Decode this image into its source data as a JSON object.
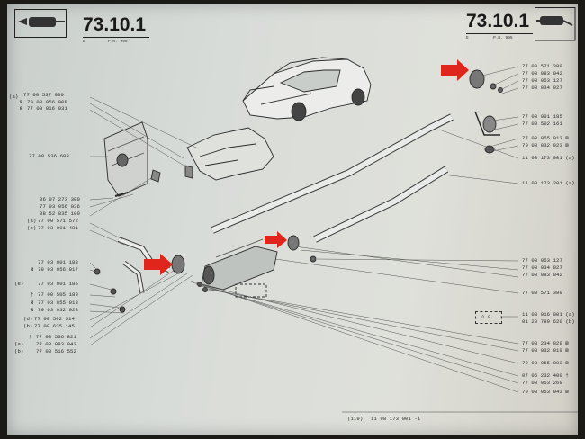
{
  "header": {
    "left_code": "73.10.1",
    "left_sub": "E",
    "left_pr": "P.R. 995",
    "right_code": "73.10.1",
    "right_sub": "E",
    "right_pr": "P.R. 995"
  },
  "left_labels": [
    {
      "mark": "(a)",
      "text": "77 00 537 000"
    },
    {
      "mark": "⊠",
      "text": "79 03 056 008"
    },
    {
      "mark": "⊠",
      "text": "77 03 016 031"
    },
    {
      "mark": "",
      "text": "77 00 536 683"
    },
    {
      "mark": "",
      "text": "06 07 273 300"
    },
    {
      "mark": "",
      "text": "77 03 056 036"
    },
    {
      "mark": "",
      "text": "08 52 835 100"
    },
    {
      "mark": "(a)",
      "text": "77 00 571 572"
    },
    {
      "mark": "(b)",
      "text": "77 03 001 481"
    },
    {
      "mark": "",
      "text": "77 03 001 183"
    },
    {
      "mark": "⊠",
      "text": "79 03 056 017"
    },
    {
      "mark": "(e)",
      "text": "77 03 001 185"
    },
    {
      "mark": "†",
      "text": "77 00 505 189"
    },
    {
      "mark": "⊠",
      "text": "77 03 055 013"
    },
    {
      "mark": "⊠",
      "text": "79 03 032 023"
    },
    {
      "mark": "(d)",
      "text": "77 00 502 514"
    },
    {
      "mark": "(b)",
      "text": "77 00 635 145"
    },
    {
      "mark": "†",
      "text": "77 00 536 821"
    },
    {
      "mark": "(a)",
      "text": "77 03 083 043"
    },
    {
      "mark": "(b)",
      "text": "77 00 516 552"
    }
  ],
  "right_labels": [
    {
      "text": "77 00 571 399"
    },
    {
      "text": "77 03 083 042"
    },
    {
      "text": "77 03 053 127"
    },
    {
      "text": "77 03 034 027"
    },
    {
      "text": "77 03 001 185"
    },
    {
      "text": "77 00 502 161"
    },
    {
      "text": "77 03 055 013 ⊠"
    },
    {
      "text": "79 03 032 023 ⊠"
    },
    {
      "text": "11 08 173 001 (a)"
    },
    {
      "text": "11 08 173 201 (a)"
    },
    {
      "text": "77 03 053 127"
    },
    {
      "text": "77 03 034 027"
    },
    {
      "text": "77 03 083 042"
    },
    {
      "text": "77 00 571 399"
    },
    {
      "text": "11 08 016 001 (a)"
    },
    {
      "text": "01 20 789 620 (b)"
    },
    {
      "text": "77 03 234 029 ⊠"
    },
    {
      "text": "77 03 032 019 ⊠"
    },
    {
      "text": "79 03 055 003 ⊠"
    },
    {
      "text": "07 06 232 400 †"
    },
    {
      "text": "77 03 053 269"
    },
    {
      "text": "79 03 053 043 ⊠"
    }
  ],
  "box_label": "◊ 9",
  "footer": {
    "code": "(119)",
    "text": "11 08 173 001 -1"
  },
  "colors": {
    "paper": "#d8dcd8",
    "ink": "#2a2a2a",
    "arrow": "#e0261c"
  },
  "icons": [
    "exhaust-icon",
    "car-illustration",
    "red-arrow-icon"
  ]
}
